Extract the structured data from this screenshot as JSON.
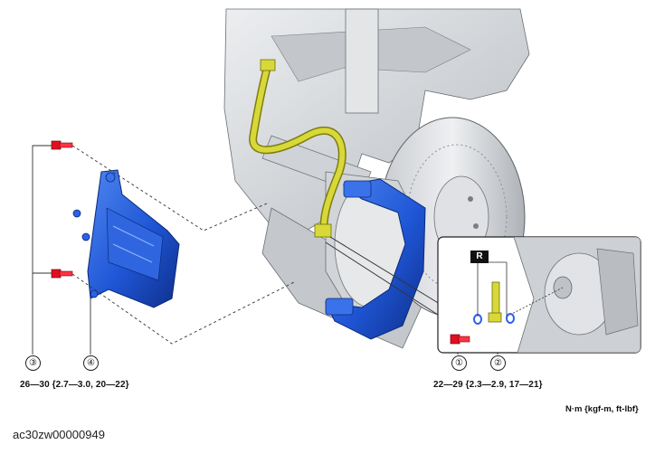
{
  "callouts": [
    {
      "number": "①"
    },
    {
      "number": "②"
    },
    {
      "number": "③"
    },
    {
      "number": "④"
    }
  ],
  "torque_specs": {
    "bolt_1": "22—29 {2.3—2.9, 17—21}",
    "bolt_3": "26—30 {2.7—3.0, 20—22}"
  },
  "units_label": "N·m {kgf-m, ft-lbf}",
  "replace_badge": "R",
  "figure_id": "ac30zw00000949",
  "colors": {
    "caliper_blue": "#1f56d6",
    "hose_yellow": "#d8d838",
    "bolt_red": "#e01020",
    "washer_blue": "#2a62e8",
    "assembly_gray": "#d7d9dc",
    "line_dark": "#333333"
  }
}
